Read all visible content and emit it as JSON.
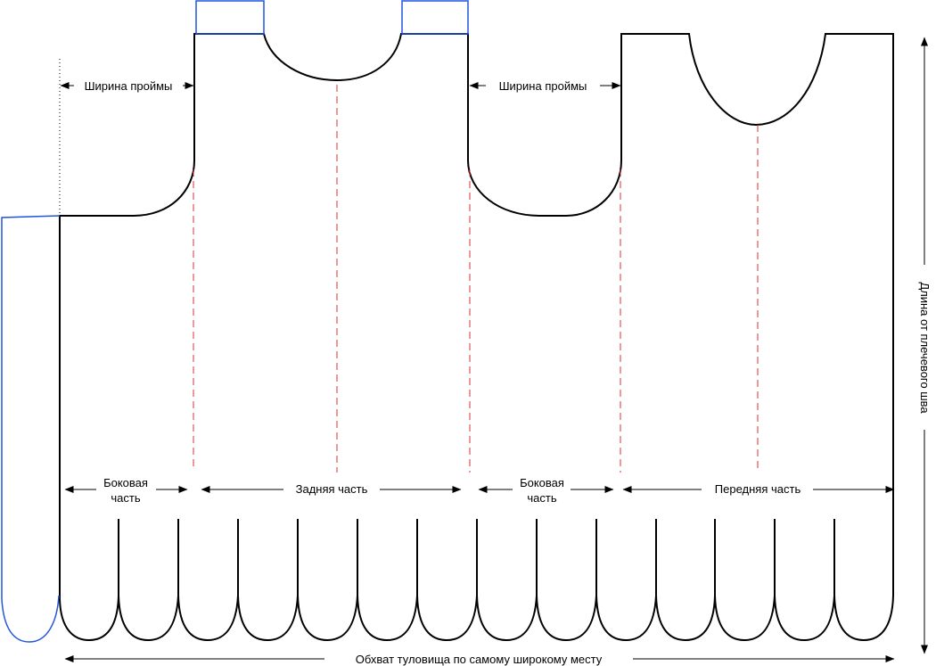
{
  "labels": {
    "armhole_width": "Ширина проймы",
    "side_part_line1": "Боковая",
    "side_part_line2": "часть",
    "back_part": "Задняя часть",
    "front_part": "Передняя часть",
    "length_from_shoulder": "Длина от плечевого шва",
    "torso_girth": "Обхват туловища по самому широкому месту"
  },
  "colors": {
    "outline": "#000000",
    "highlight": "#2255dd",
    "guide": "#dd3333"
  },
  "icons": {
    "arrow_head": "triangle-arrowhead"
  }
}
